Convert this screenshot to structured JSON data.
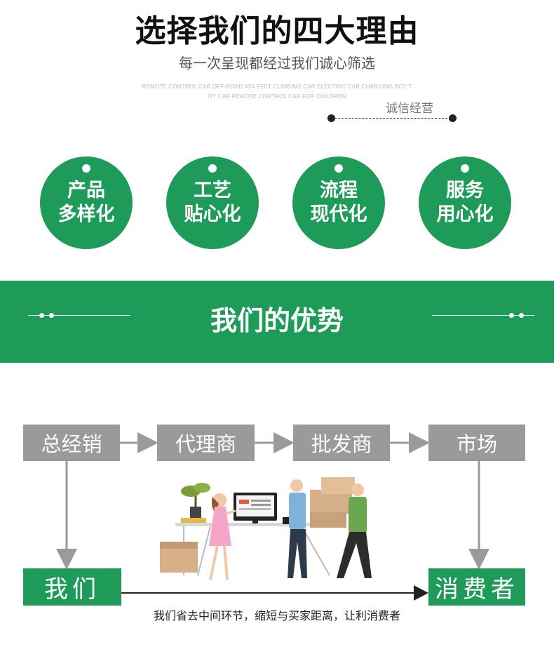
{
  "header": {
    "title": "选择我们的四大理由",
    "subtitle": "每一次呈现都经过我们诚心筛选",
    "english_line_1": "REMOTE CONTROL CAR OFF-ROAD 4X4 FEET CLIMBING CAR ELECTRIC CAR CHARGING BOY T",
    "english_line_2": "OY CAR REMOTE CONTROL CAR FOR CHILDREN",
    "integrity_label": "诚信经营"
  },
  "reasons": [
    {
      "line1": "产品",
      "line2": "多样化"
    },
    {
      "line1": "工艺",
      "line2": "贴心化"
    },
    {
      "line1": "流程",
      "line2": "现代化"
    },
    {
      "line1": "服务",
      "line2": "用心化"
    }
  ],
  "advantage_band": {
    "title": "我们的优势"
  },
  "flow": {
    "traditional_chain": [
      "总经销",
      "代理商",
      "批发商",
      "市场"
    ],
    "us_label": "我们",
    "consumer_label": "消费者",
    "caption": "我们省去中间环节，缩短与买家距离，让利消费者"
  },
  "colors": {
    "brand_green": "#1e9a59",
    "chain_gray": "#9a9a9a"
  },
  "icons": [
    "delivery-illustration"
  ]
}
